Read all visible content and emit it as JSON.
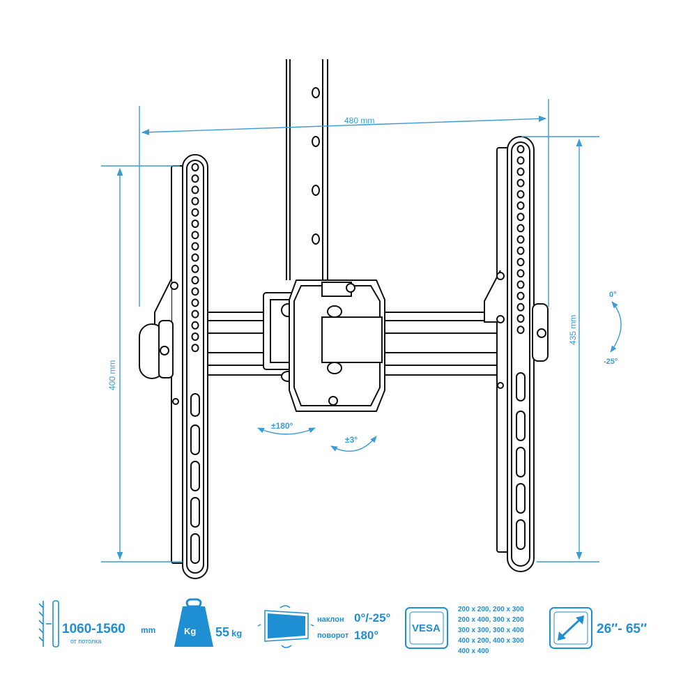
{
  "dimensions": {
    "width": "480 mm",
    "height_left": "400 mm",
    "height_right": "435 mm"
  },
  "angles": {
    "tilt_top": "0°",
    "tilt_bottom": "-25°",
    "swivel": "±180°",
    "level": "±3°"
  },
  "specs": {
    "height_range": "1060-1560",
    "height_unit": "mm",
    "height_note": "от потолка",
    "weight_badge": "Kg",
    "weight_value": "55",
    "weight_unit": "kg",
    "tilt_label": "наклон",
    "tilt_value": "0°/-25°",
    "rotate_label": "поворот",
    "rotate_value": "180°",
    "vesa_badge": "VESA",
    "vesa_list": [
      "200 x 200, 200 x 300",
      "200 x 400, 300 x 200",
      "300 x 300, 300 x 400",
      "400 x 200, 400 x 300",
      "400 x 400"
    ],
    "screen_range": "26″- 65″"
  },
  "colors": {
    "accent": "#1f8fd4",
    "dimension_line": "#3a9bd6",
    "outline": "#111111"
  }
}
